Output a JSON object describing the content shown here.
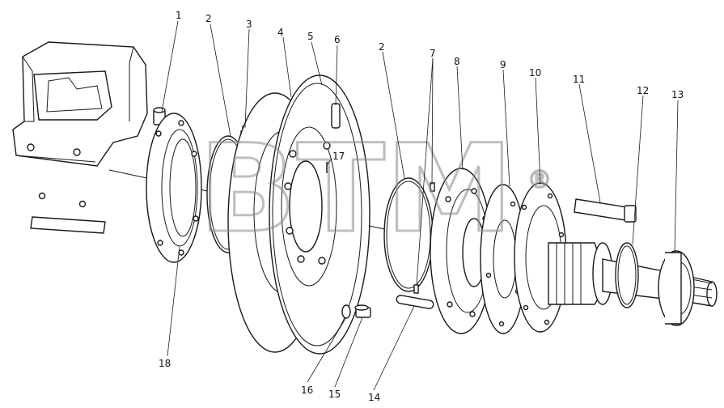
{
  "diagram": {
    "callouts": [
      "1",
      "2",
      "3",
      "4",
      "5",
      "6",
      "2",
      "7",
      "8",
      "9",
      "10",
      "11",
      "12",
      "13",
      "17",
      "18",
      "16",
      "15",
      "14"
    ],
    "watermark": "BTM",
    "watermark_mark": "®"
  }
}
